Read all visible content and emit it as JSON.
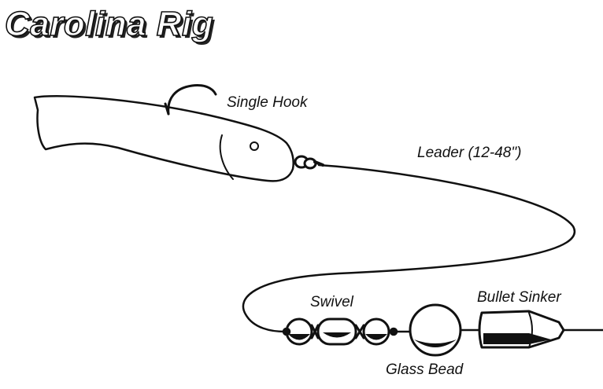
{
  "title": "Carolina Rig",
  "labels": {
    "hook": "Single Hook",
    "leader": "Leader (12-48\")",
    "swivel": "Swivel",
    "sinker": "Bullet Sinker",
    "bead": "Glass Bead"
  },
  "colors": {
    "ink": "#111111",
    "background": "#ffffff"
  }
}
